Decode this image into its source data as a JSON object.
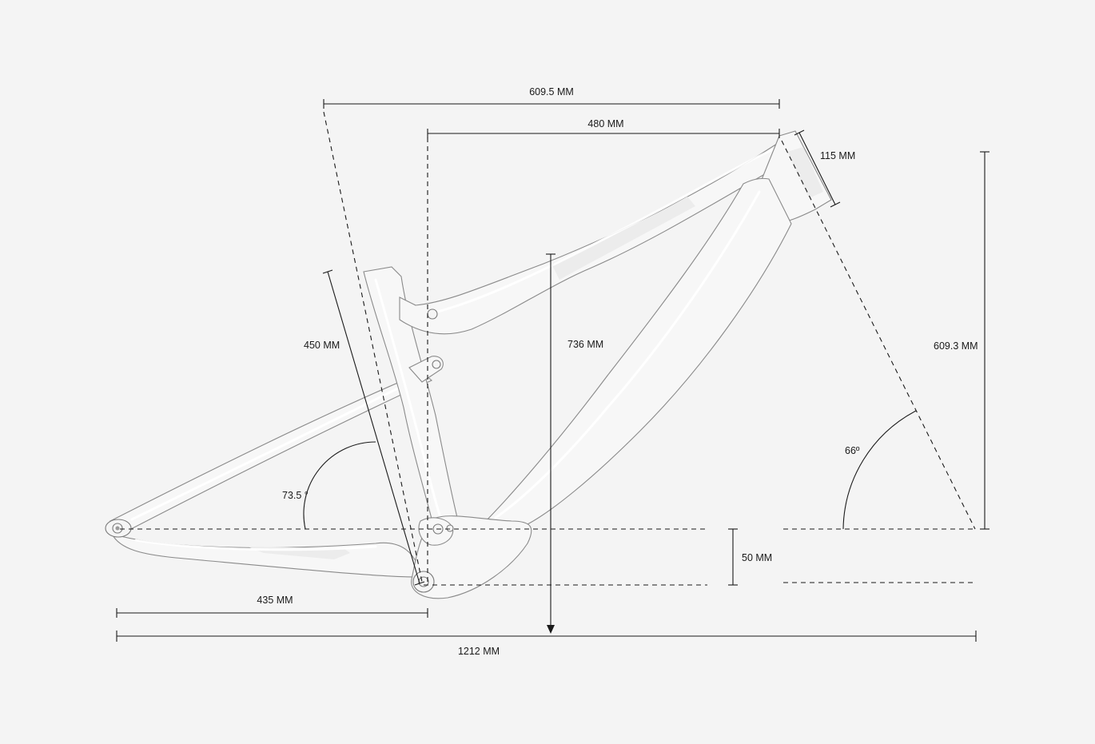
{
  "dimensions": {
    "reach_top": "609.5 MM",
    "reach_inner": "480 MM",
    "head_tube_length": "115 MM",
    "stack": "609.3 MM",
    "seat_tube_height": "736 MM",
    "seat_tube_length": "450 MM",
    "seat_angle": "73.5 °",
    "head_angle": "66º",
    "bb_drop": "50 MM",
    "chainstay": "435 MM",
    "wheelbase": "1212 MM"
  },
  "colors": {
    "background": "#f4f4f4",
    "frame": "#f7f7f7",
    "frame_outline": "#8a8a8a",
    "lines": "#1a1a1a"
  }
}
